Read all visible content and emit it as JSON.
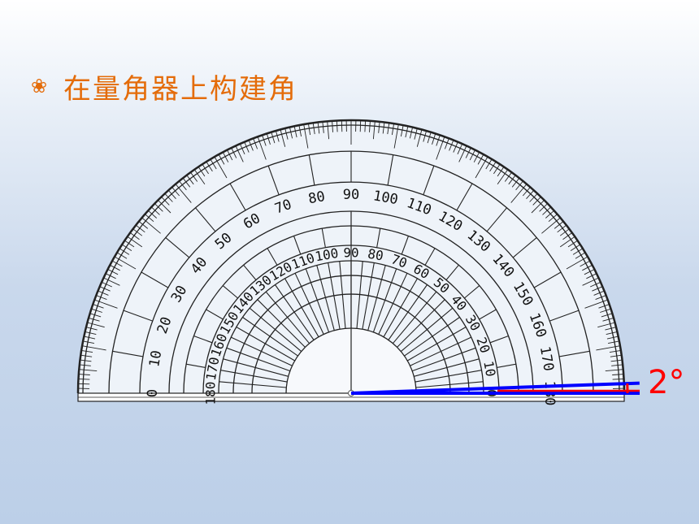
{
  "slide": {
    "bullet_icon": "flower-bullet-icon",
    "bullet_glyph": "❀",
    "title": "在量角器上构建角",
    "title_color": "#e46c0a"
  },
  "protractor": {
    "outer_scale": [
      "0",
      "10",
      "20",
      "30",
      "40",
      "50",
      "60",
      "70",
      "80",
      "90",
      "100",
      "110",
      "120",
      "130",
      "140",
      "150",
      "160",
      "170",
      "180"
    ],
    "inner_scale": [
      "180",
      "170",
      "160",
      "150",
      "140",
      "130",
      "120",
      "110",
      "100",
      "90",
      "80",
      "70",
      "60",
      "50",
      "40",
      "30",
      "20",
      "10",
      "0"
    ]
  },
  "angle": {
    "label": "2°",
    "degrees": 2,
    "label_color": "#ff0000",
    "ray_color": "#0000ff",
    "arc_color": "#ff0000"
  }
}
